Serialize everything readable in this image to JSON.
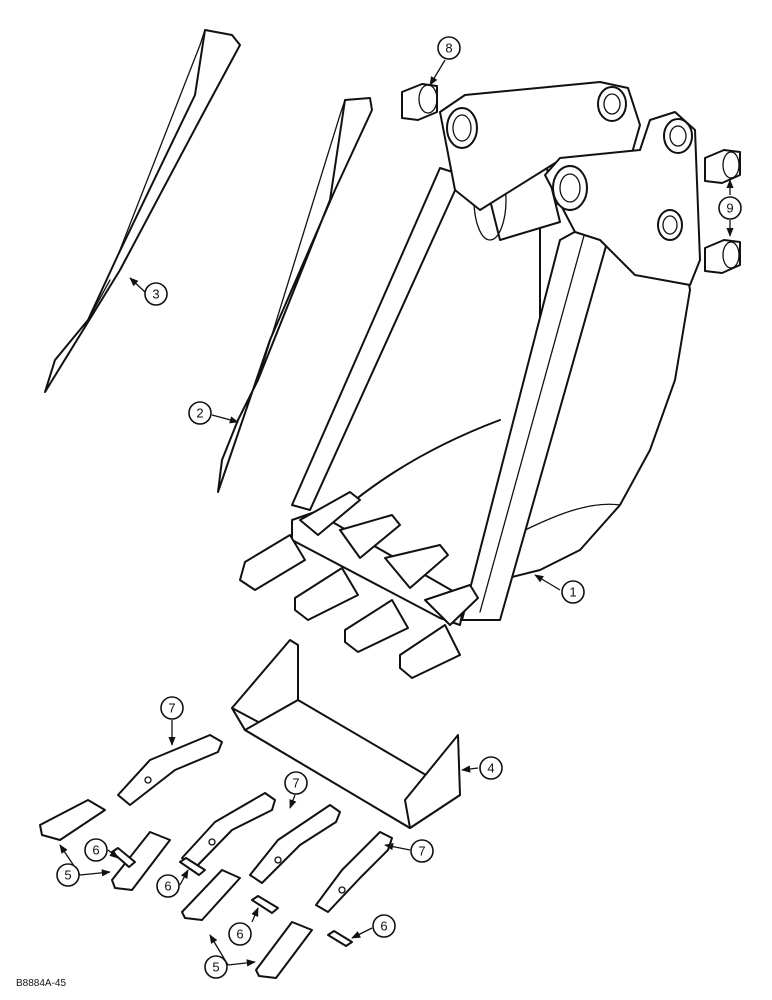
{
  "figure_code": "B8884A-45",
  "callouts": {
    "c1": "1",
    "c2": "2",
    "c3": "3",
    "c4": "4",
    "c5a": "5",
    "c5b": "5",
    "c6a": "6",
    "c6b": "6",
    "c6c": "6",
    "c6d": "6",
    "c7a": "7",
    "c7b": "7",
    "c7c": "7",
    "c8": "8",
    "c9": "9"
  }
}
